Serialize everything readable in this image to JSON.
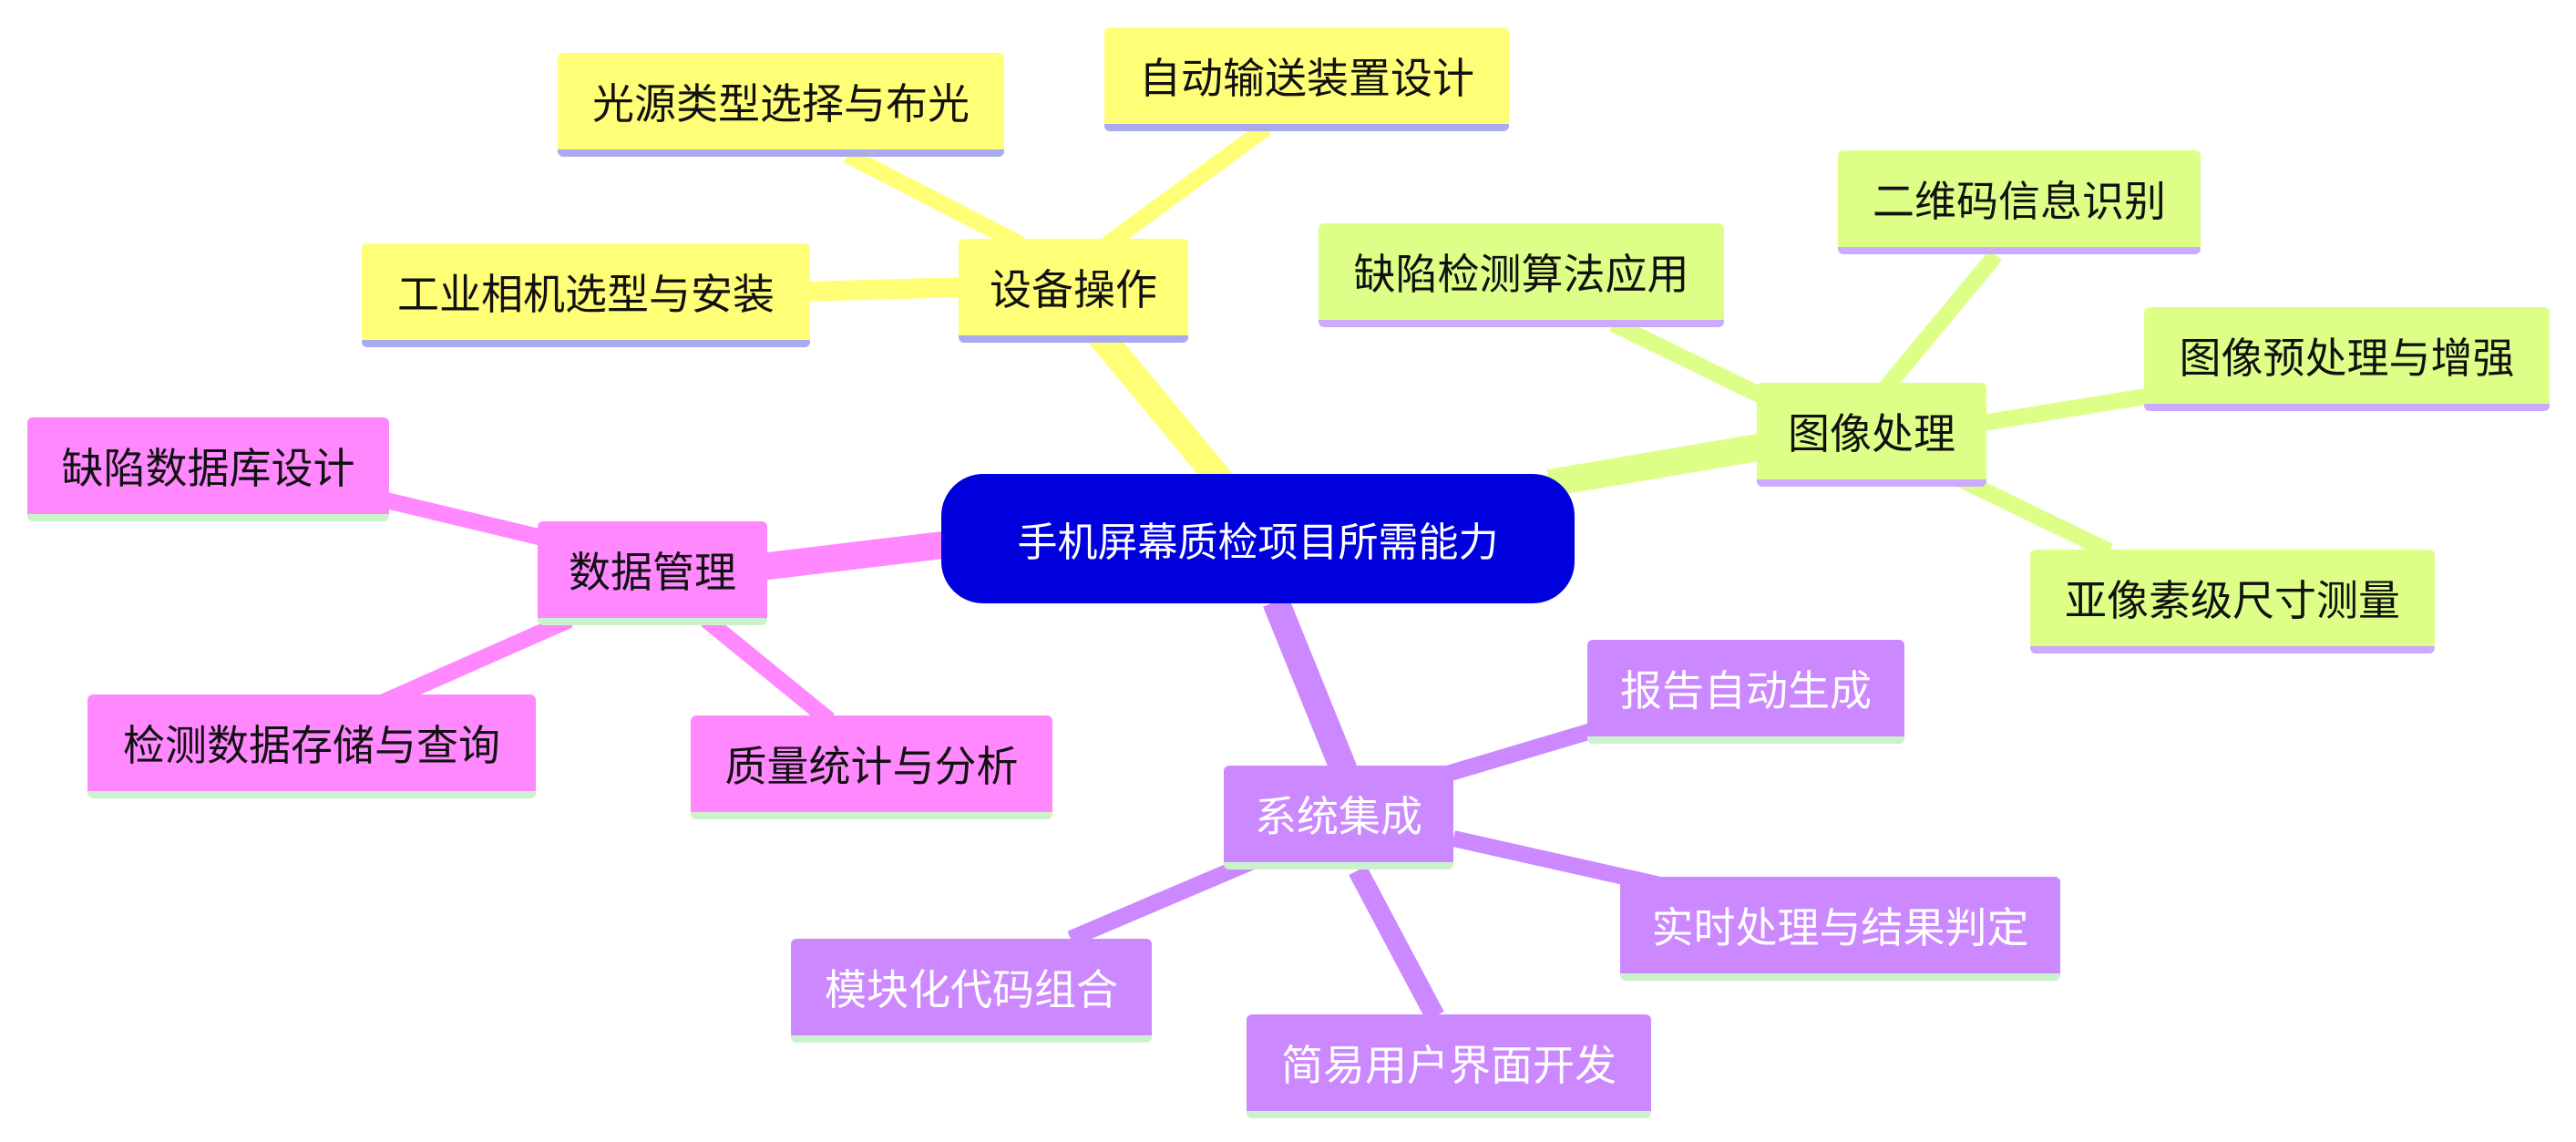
{
  "root": {
    "label": "手机屏幕质检项目所需能力",
    "color": "#0000dd"
  },
  "branches": [
    {
      "label": "设备操作",
      "color": "#ffff77",
      "children": [
        "光源类型选择与布光",
        "自动输送装置设计",
        "工业相机选型与安装"
      ]
    },
    {
      "label": "图像处理",
      "color": "#ddff88",
      "children": [
        "缺陷检测算法应用",
        "二维码信息识别",
        "图像预处理与增强",
        "亚像素级尺寸测量"
      ]
    },
    {
      "label": "数据管理",
      "color": "#ff88ff",
      "children": [
        "缺陷数据库设计",
        "检测数据存储与查询",
        "质量统计与分析"
      ]
    },
    {
      "label": "系统集成",
      "color": "#cc88ff",
      "children": [
        "报告自动生成",
        "实时处理与结果判定",
        "简易用户界面开发",
        "模块化代码组合"
      ]
    }
  ]
}
